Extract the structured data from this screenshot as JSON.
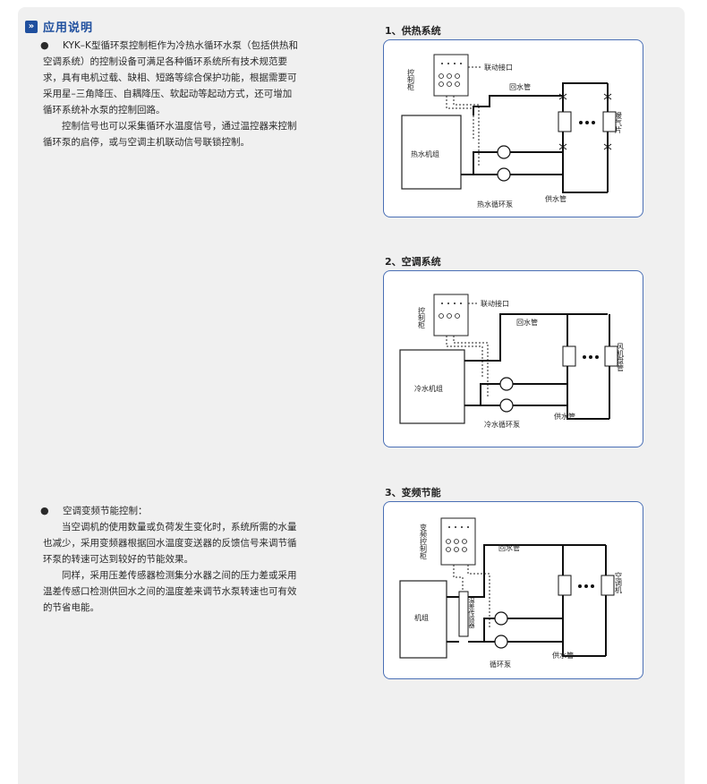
{
  "section": {
    "title": "应用说明",
    "icon": "double-chevron-right-icon"
  },
  "paragraph1": {
    "lines": [
      "KYK–K型循环泵控制柜作为冷热水循环水泵（包括供热和",
      "空调系统）的控制设备可满足各种循环系统所有技术规范要",
      "求，具有电机过载、缺相、短路等综合保护功能，根据需要可",
      "采用星–三角降压、自耦降压、软起动等起动方式，还可增加",
      "循环系统补水泵的控制回路。"
    ],
    "lines2": [
      "控制信号也可以采集循环水温度信号，通过温控器来控制",
      "循环泵的启停，或与空调主机联动信号联锁控制。"
    ]
  },
  "paragraph2": {
    "heading": "空调变频节能控制：",
    "lines": [
      "当空调机的使用数量或负荷发生变化时，系统所需的水量",
      "也减少，采用变频器根据回水温度变送器的反馈信号来调节循",
      "环泵的转速可达到较好的节能效果。"
    ],
    "lines2": [
      "同样，采用压差传感器检测集分水器之间的压力差或采用",
      "温差传感口检测供回水之间的温度差来调节水泵转速也可有效",
      "的节省电能。"
    ]
  },
  "diagrams": [
    {
      "title": "1、供热系统",
      "cabinet": "控制柜",
      "link": "联动接口",
      "return": "回水管",
      "unit": "热水机组",
      "pump": "热水循环泵",
      "supply": "供水管",
      "terminal": "暖气片"
    },
    {
      "title": "2、空调系统",
      "cabinet": "控制柜",
      "link": "联动接口",
      "return": "回水管",
      "unit": "冷水机组",
      "pump": "冷水循环泵",
      "supply": "供水管",
      "terminal": "风机盘管"
    },
    {
      "title": "3、变频节能",
      "cabinet": "变频控制柜",
      "return": "回水管",
      "unit": "机组",
      "sensor": "温差传感器",
      "pump": "循环泵",
      "supply": "供水管",
      "terminal": "空调机"
    }
  ]
}
